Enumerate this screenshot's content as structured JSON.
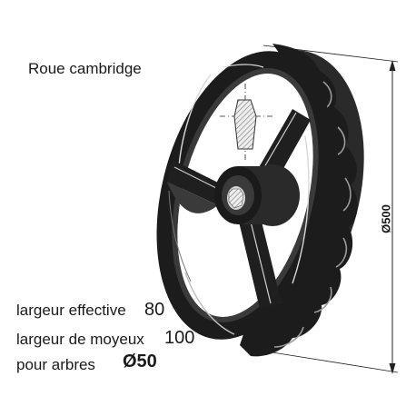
{
  "product": {
    "title": "Roue cambridge"
  },
  "specs": [
    {
      "label": "largeur effective",
      "value": "80"
    },
    {
      "label": "largeur de moyeux",
      "value": "100"
    },
    {
      "label": "pour arbres",
      "value": "Ø50"
    }
  ],
  "dimension": {
    "diameter_label": "Ø500"
  },
  "colors": {
    "wheel_dark": "#1c1c1c",
    "wheel_mid": "#3a3a3a",
    "highlight": "#d8d8d8",
    "dimension_line": "#222222",
    "bore_pattern": "#888888"
  }
}
